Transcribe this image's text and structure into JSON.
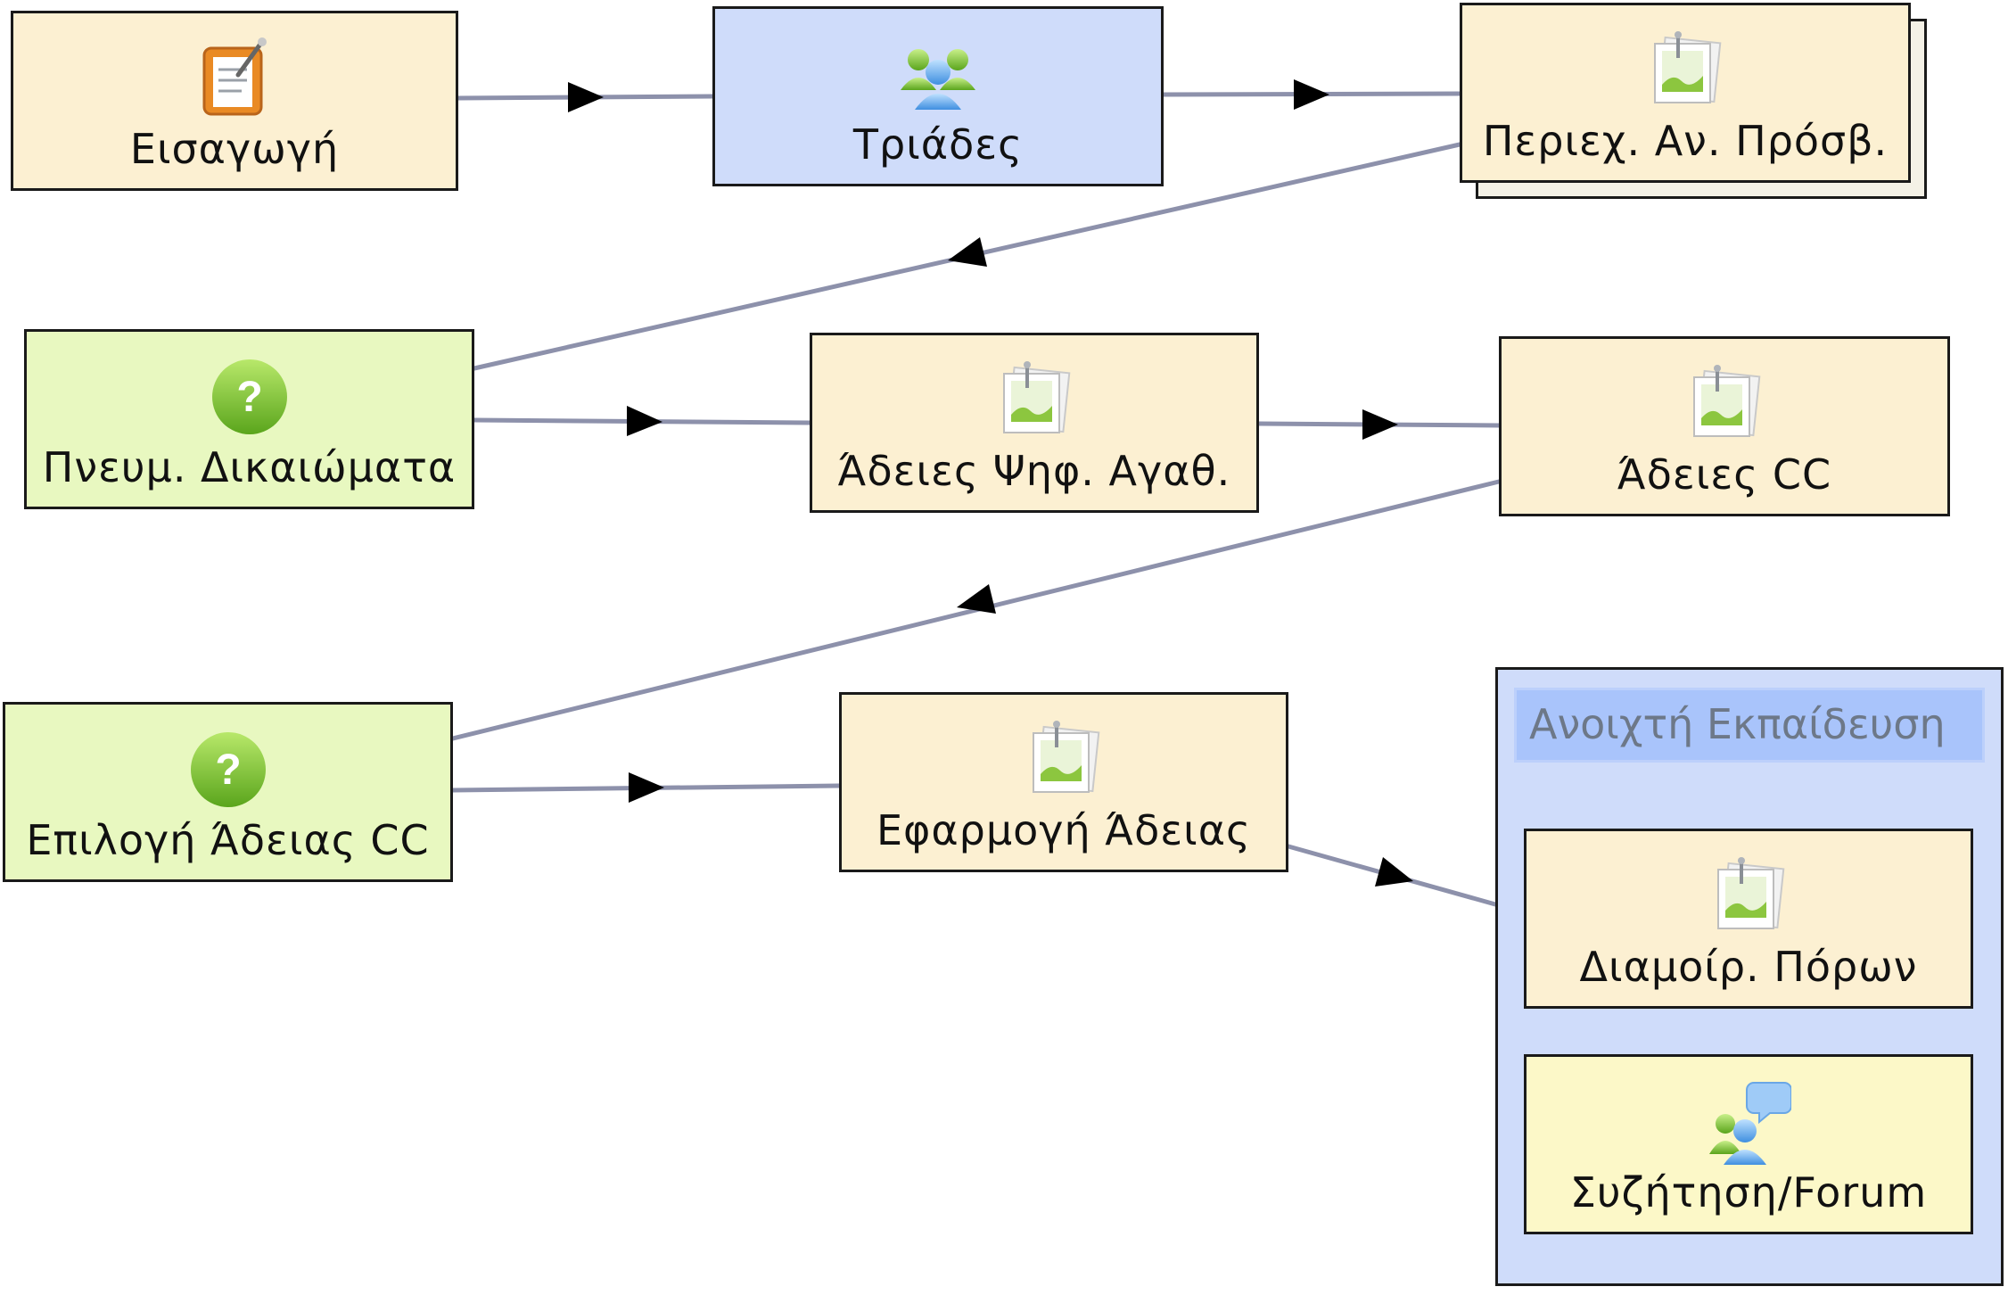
{
  "colors": {
    "activity": "#fcf0d2",
    "grouping": "#cfdcfa",
    "branching": "#e8f8c0",
    "forum": "#fcf8c8",
    "edge": "#8d91ab",
    "arrow": "#000000"
  },
  "nodes": [
    {
      "id": "n1",
      "label": "Εισαγωγή",
      "icon": "notebook-icon",
      "kind": "activity"
    },
    {
      "id": "n2",
      "label": "Τριάδες",
      "icon": "group-users-icon",
      "kind": "grouping"
    },
    {
      "id": "n3",
      "label": "Περιεχ. Αν. Πρόσβ.",
      "icon": "image-resource-icon",
      "kind": "activity"
    },
    {
      "id": "n4",
      "label": "Πνευμ. Δικαιώματα",
      "icon": "question-icon",
      "kind": "branching"
    },
    {
      "id": "n5",
      "label": "Άδειες Ψηφ. Αγαθ.",
      "icon": "image-resource-icon",
      "kind": "activity"
    },
    {
      "id": "n6",
      "label": "Άδειες CC",
      "icon": "image-resource-icon",
      "kind": "activity"
    },
    {
      "id": "n7",
      "label": "Επιλογή Άδειας CC",
      "icon": "question-icon",
      "kind": "branching"
    },
    {
      "id": "n8",
      "label": "Εφαρμογή Άδειας",
      "icon": "image-resource-icon",
      "kind": "activity"
    },
    {
      "id": "n9",
      "label": "Διαμοίρ. Πόρων",
      "icon": "image-resource-icon",
      "kind": "activity"
    },
    {
      "id": "n10",
      "label": "Συζήτηση/Forum",
      "icon": "forum-chat-icon",
      "kind": "forum"
    }
  ],
  "group": {
    "title": "Ανοιχτή Εκπαίδευση",
    "members": [
      "n9",
      "n10"
    ]
  },
  "edges": [
    {
      "from": "n1",
      "to": "n2"
    },
    {
      "from": "n2",
      "to": "n3"
    },
    {
      "from": "n3",
      "to": "n4"
    },
    {
      "from": "n4",
      "to": "n5"
    },
    {
      "from": "n5",
      "to": "n6"
    },
    {
      "from": "n6",
      "to": "n7"
    },
    {
      "from": "n7",
      "to": "n8"
    },
    {
      "from": "n8",
      "to": "group"
    }
  ]
}
